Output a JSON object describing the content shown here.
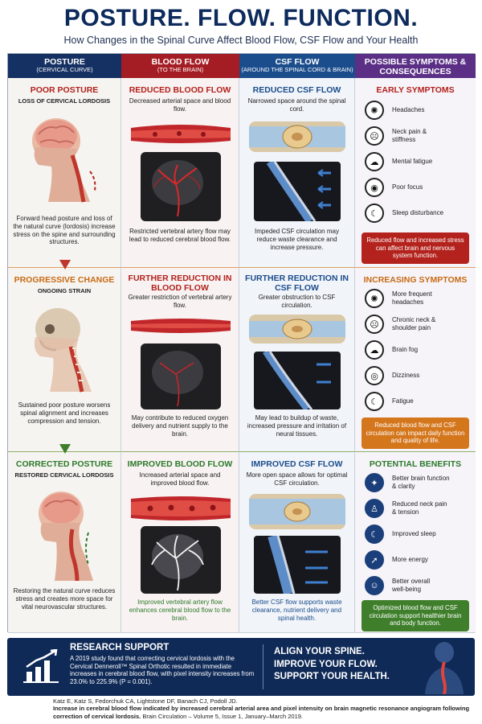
{
  "header": {
    "title": "POSTURE. FLOW. FUNCTION.",
    "subtitle": "How Changes in the Spinal Curve Affect Blood Flow, CSF Flow and Your Health"
  },
  "columns": [
    {
      "title": "POSTURE",
      "subtitle": "(CERVICAL CURVE)"
    },
    {
      "title": "BLOOD FLOW",
      "subtitle": "(TO THE BRAIN)"
    },
    {
      "title": "CSF FLOW",
      "subtitle": "(AROUND THE SPINAL CORD & BRAIN)"
    },
    {
      "title": "POSSIBLE SYMPTOMS &",
      "subtitle": "CONSEQUENCES"
    }
  ],
  "rows": [
    {
      "posture": {
        "heading": "POOR POSTURE",
        "subheading": "LOSS OF CERVICAL LORDOSIS",
        "text": "Forward head posture and loss of the natural curve (lordosis) increase stress on the spine and surrounding structures."
      },
      "blood": {
        "heading": "REDUCED BLOOD FLOW",
        "intro": "Decreased arterial space and blood flow.",
        "text": "Restricted vertebral artery flow may lead to reduced cerebral blood flow."
      },
      "csf": {
        "heading": "REDUCED CSF FLOW",
        "intro": "Narrowed space around the spinal cord.",
        "text": "Impeded CSF circulation may reduce waste clearance and increase pressure."
      },
      "symptoms": {
        "heading": "EARLY SYMPTOMS",
        "items": [
          {
            "label": "Headaches",
            "icon": "brain-pain-icon",
            "glyph": "✺"
          },
          {
            "label": "Neck pain & stiffness",
            "icon": "neck-pain-icon",
            "glyph": "☹"
          },
          {
            "label": "Mental fatigue",
            "icon": "tired-brain-icon",
            "glyph": "☁"
          },
          {
            "label": "Poor focus",
            "icon": "eye-icon",
            "glyph": "◉"
          },
          {
            "label": "Sleep disturbance",
            "icon": "moon-icon",
            "glyph": "☾"
          }
        ],
        "box": "Reduced flow and increased stress can affect brain and nervous system function."
      }
    },
    {
      "posture": {
        "heading": "PROGRESSIVE CHANGE",
        "subheading": "ONGOING STRAIN",
        "text": "Sustained poor posture worsens spinal alignment and increases compression and tension."
      },
      "blood": {
        "heading": "FURTHER REDUCTION IN BLOOD FLOW",
        "intro": "Greater restriction of vertebral artery flow.",
        "text": "May contribute to reduced oxygen delivery and nutrient supply to the brain."
      },
      "csf": {
        "heading": "FURTHER REDUCTION IN CSF FLOW",
        "intro": "Greater obstruction to CSF circulation.",
        "text": "May lead to buildup of waste, increased pressure and irritation of neural tissues."
      },
      "symptoms": {
        "heading": "INCREASING SYMPTOMS",
        "items": [
          {
            "label": "More frequent headaches",
            "icon": "brain-pain-icon",
            "glyph": "✺"
          },
          {
            "label": "Chronic neck & shoulder pain",
            "icon": "neck-pain-icon",
            "glyph": "☹"
          },
          {
            "label": "Brain fog",
            "icon": "fog-icon",
            "glyph": "☁"
          },
          {
            "label": "Dizziness",
            "icon": "spiral-icon",
            "glyph": "◎"
          },
          {
            "label": "Fatigue",
            "icon": "moon-icon",
            "glyph": "☾"
          }
        ],
        "box": "Reduced blood flow and CSF circulation can impact daily function and quality of life."
      }
    },
    {
      "posture": {
        "heading": "CORRECTED POSTURE",
        "subheading": "RESTORED CERVICAL LORDOSIS",
        "text": "Restoring the natural curve reduces stress and creates more space for vital neurovascular structures."
      },
      "blood": {
        "heading": "IMPROVED BLOOD FLOW",
        "intro": "Increased arterial space and improved blood flow.",
        "text": "Improved vertebral artery flow enhances cerebral blood flow to the brain."
      },
      "csf": {
        "heading": "IMPROVED CSF FLOW",
        "intro": "More open space allows for optimal CSF circulation.",
        "text": "Better CSF flow supports waste clearance, nutrient delivery and spinal health."
      },
      "symptoms": {
        "heading": "POTENTIAL BENEFITS",
        "items": [
          {
            "label": "Better brain function & clarity",
            "icon": "brain-icon",
            "glyph": "✦"
          },
          {
            "label": "Reduced neck pain & tension",
            "icon": "person-icon",
            "glyph": "♙"
          },
          {
            "label": "Improved sleep",
            "icon": "moon-icon",
            "glyph": "☾"
          },
          {
            "label": "More energy",
            "icon": "running-icon",
            "glyph": "➚"
          },
          {
            "label": "Better overall well-being",
            "icon": "smile-icon",
            "glyph": "☺"
          }
        ],
        "box": "Optimized blood flow and CSF circulation support healthier brain and body function."
      }
    }
  ],
  "footer": {
    "title": "RESEARCH SUPPORT",
    "text": "A 2019 study found that correcting cervical lordosis with the Cervical Denneroll™ Spinal Orthotic resulted in immediate increases in cerebral blood flow, with pixel intensity increases from 23.0% to 225.9% (P = 0.001).",
    "slogan": [
      "ALIGN YOUR SPINE.",
      "IMPROVE YOUR FLOW.",
      "SUPPORT YOUR HEALTH."
    ]
  },
  "citation": {
    "authors": "Katz E, Katz S, Fedorchuk CA, Lightstone DF, Banach CJ, Podoll JD.",
    "title": "Increase in cerebral blood flow indicated by increased cerebral arterial area and pixel intensity on brain magnetic resonance angiogram following correction of cervical lordosis.",
    "journal": "Brain Circulation – Volume 5, Issue 1, January–March 2019."
  },
  "colors": {
    "navy": "#153062",
    "red": "#a51d24",
    "blue": "#1b4d8c",
    "purple": "#5b2f86",
    "orange": "#d4761c",
    "green": "#3f7f2b"
  }
}
